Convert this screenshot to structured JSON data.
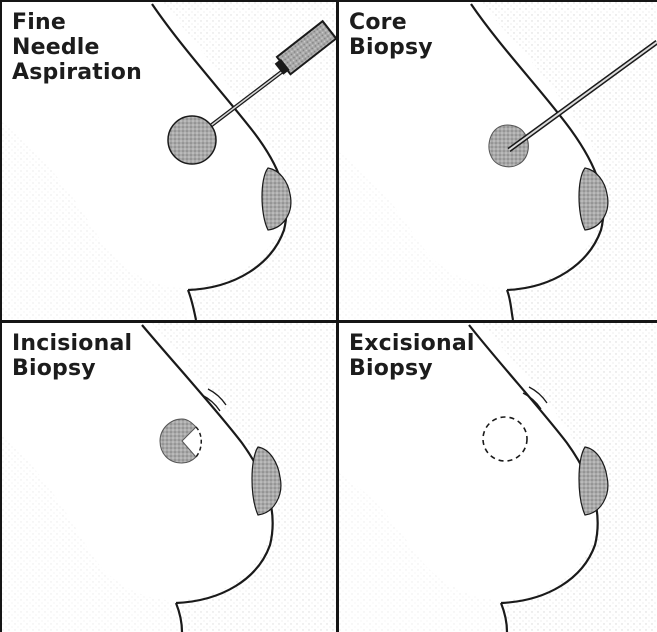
{
  "panels": [
    {
      "title_lines": [
        "Fine",
        "Needle",
        "Aspiration"
      ]
    },
    {
      "title_lines": [
        "Core",
        "Biopsy"
      ]
    },
    {
      "title_lines": [
        "Incisional",
        "Biopsy"
      ]
    },
    {
      "title_lines": [
        "Excisional",
        "Biopsy"
      ]
    }
  ],
  "colors": {
    "line": "#1a1a1a",
    "lump": "#9a9a9a",
    "lump_light": "#c4c4c4",
    "stipple": "#b8b8b8",
    "border": "#151515"
  }
}
